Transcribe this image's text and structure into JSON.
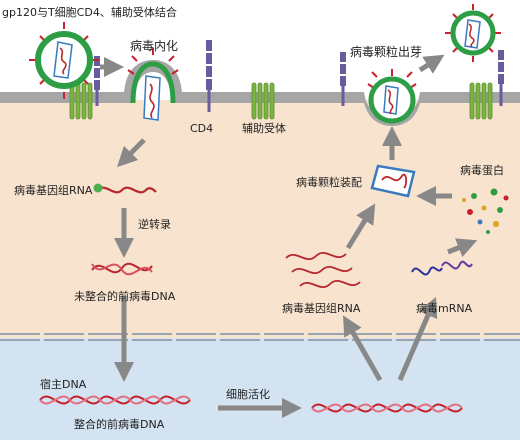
{
  "labels": {
    "binding": "gp120与T细胞CD4、辅助受体结合",
    "internalization": "病毒内化",
    "cd4": "CD4",
    "coreceptor": "辅助受体",
    "budding": "病毒颗粒出芽",
    "genome_rna_left": "病毒基因组RNA",
    "reverse_transcription": "逆转录",
    "unintegrated_provirus": "未整合的前病毒DNA",
    "assembly": "病毒颗粒装配",
    "viral_protein": "病毒蛋白",
    "genome_rna_right": "病毒基因组RNA",
    "viral_mrna": "病毒mRNA",
    "host_dna": "宿主DNA",
    "integrated_provirus": "整合的前病毒DNA",
    "cell_activation": "细胞活化"
  },
  "colors": {
    "cytoplasm": "#f8e3ce",
    "nucleus": "#d3e3f1",
    "membrane": "#a6a6a6",
    "receptor_green": "#7cb342",
    "cd4_purple": "#6a5a9e",
    "viral_rna": "#b8262e",
    "mrna_blue": "#2c2fa0",
    "arrow_gray": "#888888",
    "virus_green": "#2e9e46",
    "spike_red": "#c8202e"
  }
}
